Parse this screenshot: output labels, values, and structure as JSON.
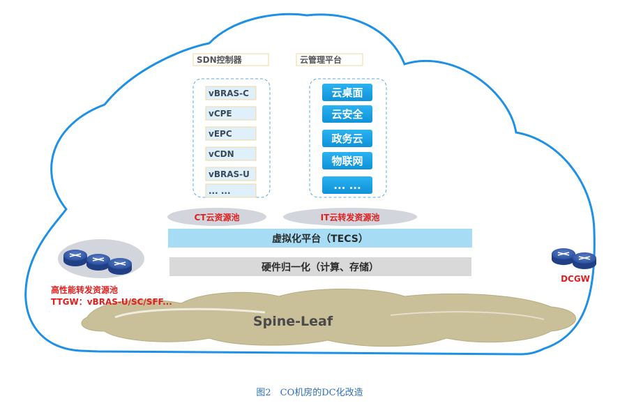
{
  "sdn_controller": {
    "label": "SDN控制器",
    "items": [
      "vBRAS-C",
      "vCPE",
      "vEPC",
      "vCDN",
      "vBRAS-U",
      "... ..."
    ]
  },
  "cloud_mgmt": {
    "label": "云管理平台",
    "items": [
      "云桌面",
      "云安全",
      "政务云",
      "物联网",
      "... ..."
    ]
  },
  "ct_pool": "CT云资源池",
  "it_pool": "IT云转发资源池",
  "virtualization": "虚拟化平台（TECS）",
  "hardware": "硬件归一化（计算、存储）",
  "high_perf": {
    "title": "高性能转发资源池",
    "detail": "TTGW：vBRAS-U/SC/SFF..."
  },
  "dcgw": "DCGW",
  "spine_leaf": "Spine-Leaf",
  "caption": "图2　CO机房的DC化改造",
  "colors": {
    "cloud_border": "#1e90e6",
    "app_blue": "#1aa3e8",
    "vnf_fill": "#dff0fb",
    "virt_bar": "#a6ddf4",
    "hw_bar": "#d9d9d9",
    "spine": "#c9bf98",
    "red": "#e02020"
  }
}
